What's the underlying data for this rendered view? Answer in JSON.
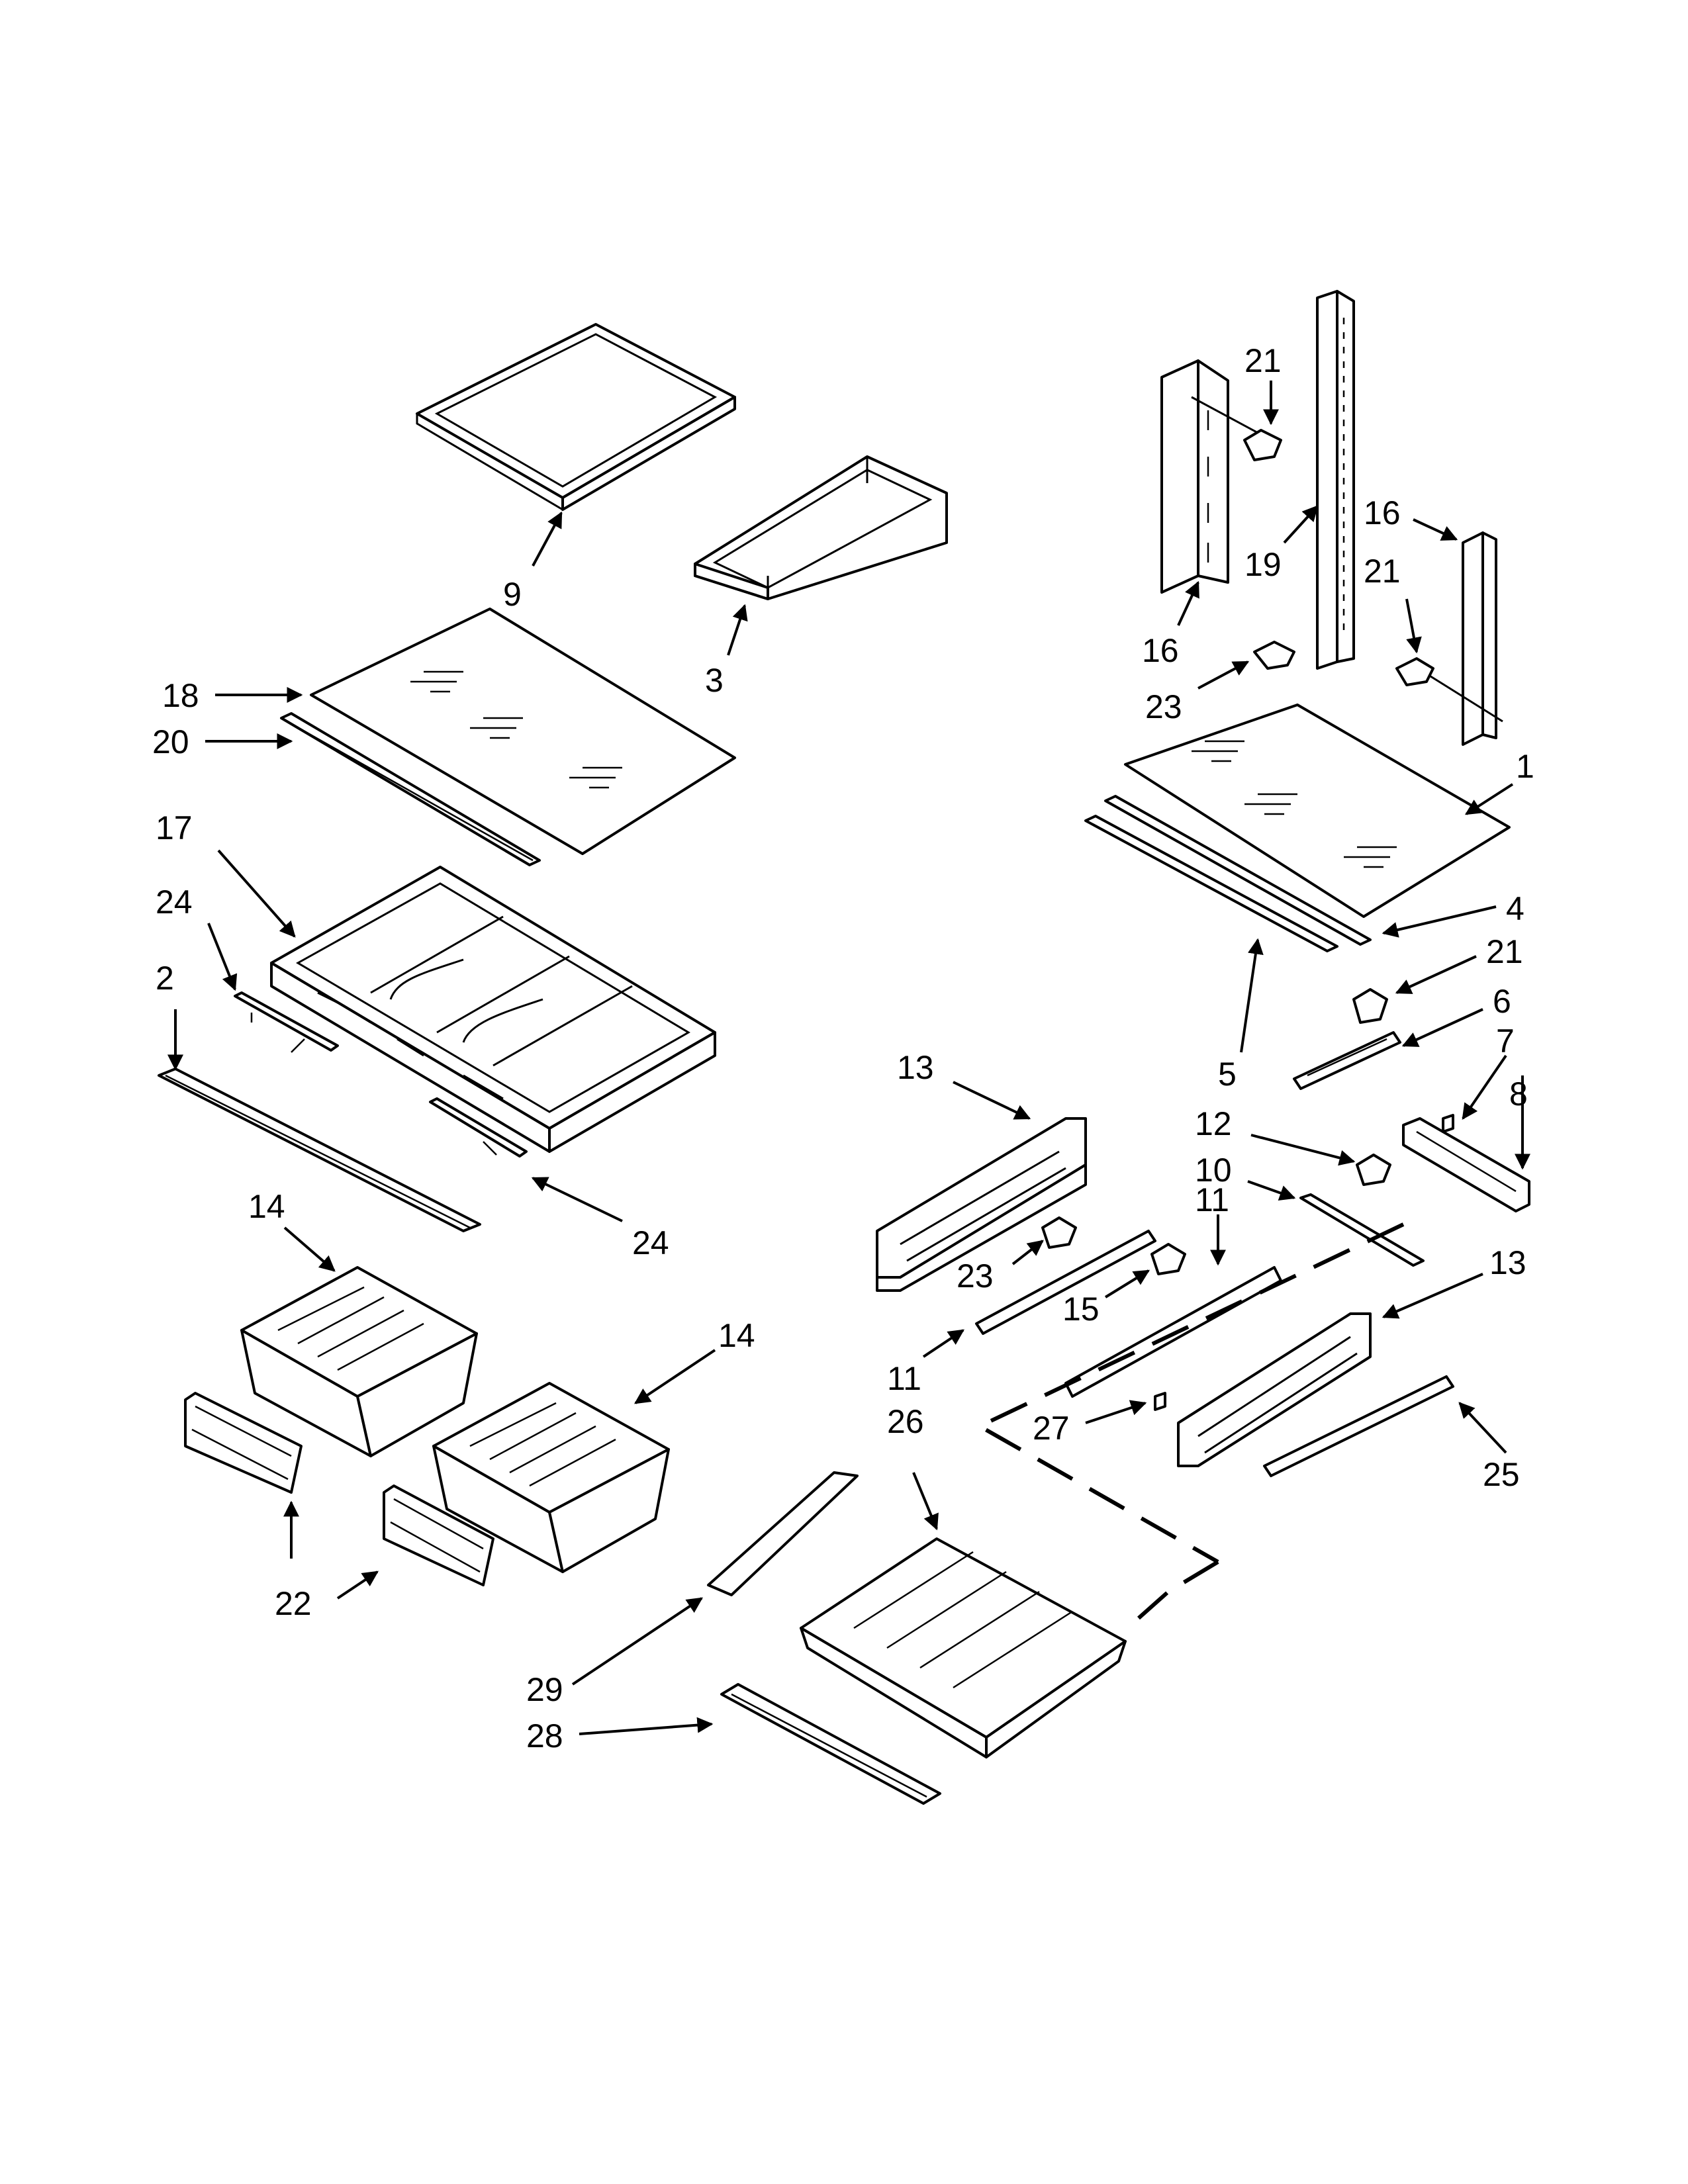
{
  "callouts": [
    {
      "id": "c9",
      "text": "9"
    },
    {
      "id": "c3",
      "text": "3"
    },
    {
      "id": "c18",
      "text": "18"
    },
    {
      "id": "c20",
      "text": "20"
    },
    {
      "id": "c17",
      "text": "17"
    },
    {
      "id": "c24a",
      "text": "24"
    },
    {
      "id": "c2",
      "text": "2"
    },
    {
      "id": "c24b",
      "text": "24"
    },
    {
      "id": "c14a",
      "text": "14"
    },
    {
      "id": "c14b",
      "text": "14"
    },
    {
      "id": "c22",
      "text": "22"
    },
    {
      "id": "c21a",
      "text": "21"
    },
    {
      "id": "c19",
      "text": "19"
    },
    {
      "id": "c16a",
      "text": "16"
    },
    {
      "id": "c16b",
      "text": "16"
    },
    {
      "id": "c21b",
      "text": "21"
    },
    {
      "id": "c23a",
      "text": "23"
    },
    {
      "id": "c1",
      "text": "1"
    },
    {
      "id": "c4",
      "text": "4"
    },
    {
      "id": "c5",
      "text": "5"
    },
    {
      "id": "c21c",
      "text": "21"
    },
    {
      "id": "c6",
      "text": "6"
    },
    {
      "id": "c7",
      "text": "7"
    },
    {
      "id": "c8",
      "text": "8"
    },
    {
      "id": "c12",
      "text": "12"
    },
    {
      "id": "c10",
      "text": "10"
    },
    {
      "id": "c11a",
      "text": "11"
    },
    {
      "id": "c13a",
      "text": "13"
    },
    {
      "id": "c13b",
      "text": "13"
    },
    {
      "id": "c23b",
      "text": "23"
    },
    {
      "id": "c15",
      "text": "15"
    },
    {
      "id": "c11b",
      "text": "11"
    },
    {
      "id": "c26",
      "text": "26"
    },
    {
      "id": "c27",
      "text": "27"
    },
    {
      "id": "c25",
      "text": "25"
    },
    {
      "id": "c29",
      "text": "29"
    },
    {
      "id": "c28",
      "text": "28"
    }
  ]
}
